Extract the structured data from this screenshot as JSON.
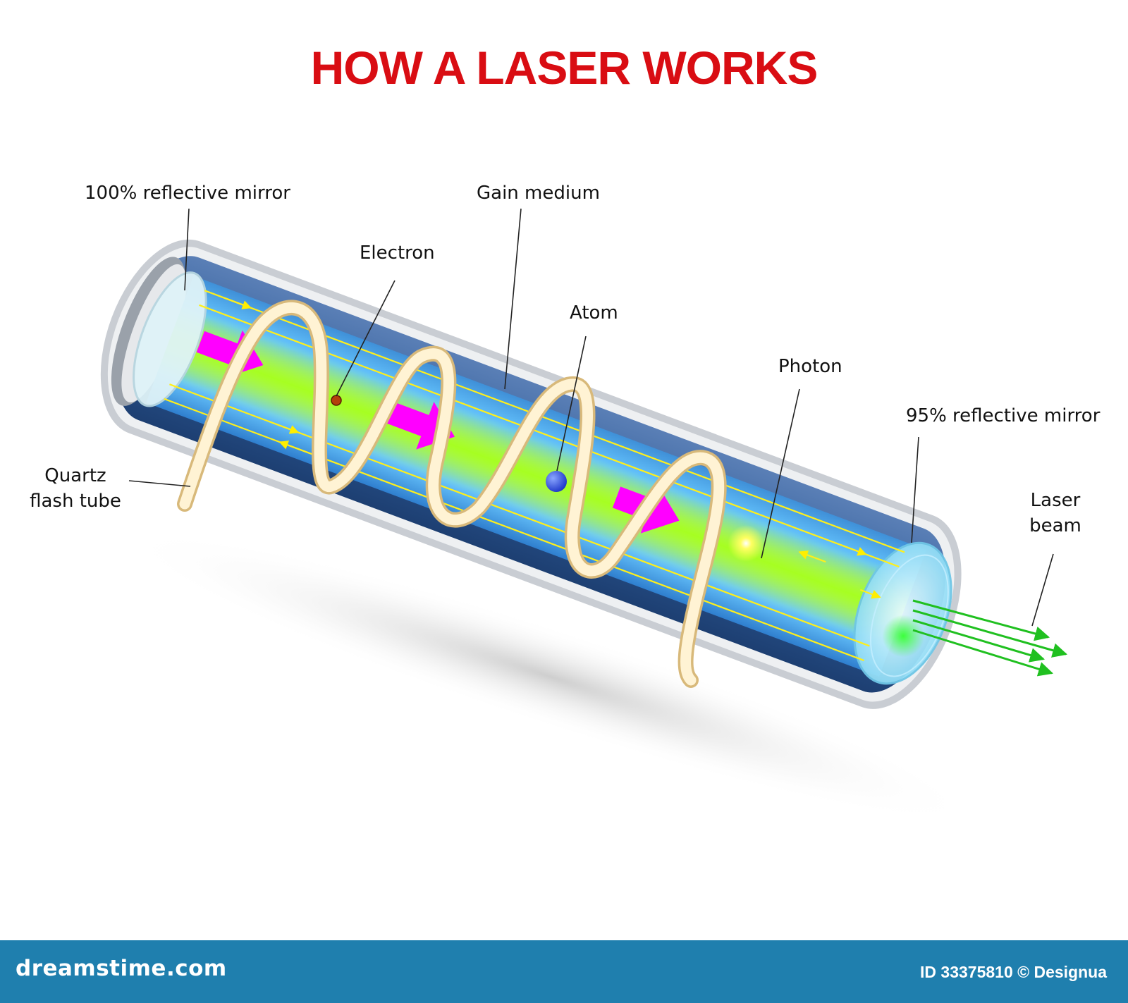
{
  "title": "HOW A LASER WORKS",
  "labels": {
    "reflective_mirror_100": "100% reflective mirror",
    "gain_medium": "Gain medium",
    "electron": "Electron",
    "atom": "Atom",
    "photon": "Photon",
    "reflective_mirror_95": "95% reflective mirror",
    "quartz_line1": "Quartz",
    "quartz_line2": "flash tube",
    "laser_line1": "Laser",
    "laser_line2": "beam"
  },
  "footer": {
    "brand": "dreamstime.com",
    "credit": "ID 33375810 © Designua"
  },
  "colors": {
    "title": "#d90d13",
    "footer_bg": "#1f7fae",
    "pump_arrow": "#ff00ff",
    "laser_beam": "#22c51f",
    "gain_core": "#9ef01a",
    "tube_body": "#2e5a97"
  }
}
